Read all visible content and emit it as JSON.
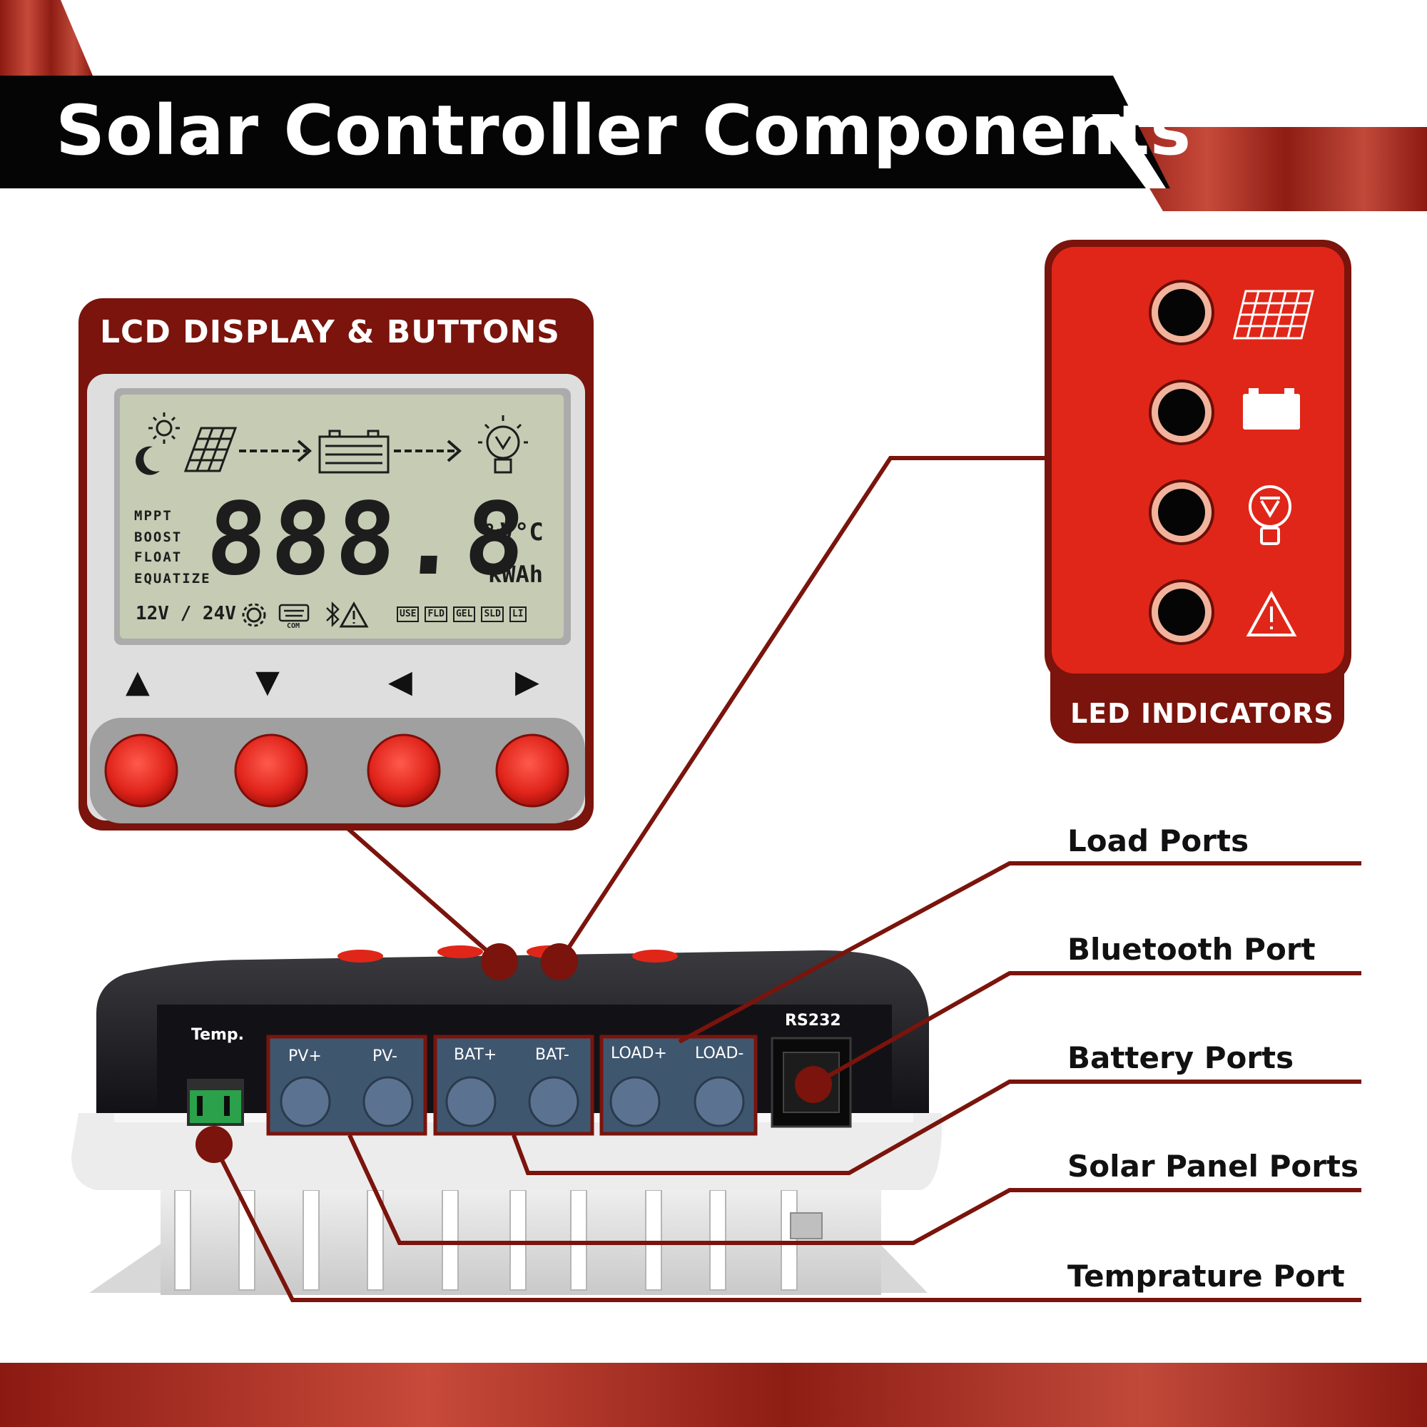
{
  "title": "Solar Controller Components",
  "lcd_section": {
    "label": "LCD DISPLAY & BUTTONS",
    "digits": "888.8",
    "modes": [
      "MPPT",
      "BOOST",
      "FLOAT",
      "EQUATIZE"
    ],
    "units_top": "%V°C",
    "units_bottom": "kWAh",
    "voltage": "12V / 24V",
    "com_label": "COM",
    "battery_types": [
      "USE",
      "FLD",
      "GEL",
      "SLD",
      "LI"
    ],
    "button_arrows": [
      "▲",
      "▼",
      "◀",
      "▶"
    ]
  },
  "led_section": {
    "label": "LED INDICATORS",
    "indicators": [
      "solar-panel-icon",
      "battery-icon",
      "light-bulb-icon",
      "warning-icon"
    ]
  },
  "device": {
    "temp_label": "Temp.",
    "rs232_label": "RS232",
    "port_labels": [
      "PV+",
      "PV-",
      "BAT+",
      "BAT-",
      "LOAD+",
      "LOAD-"
    ]
  },
  "callouts": [
    "Load Ports",
    "Bluetooth Port",
    "Battery Ports",
    "Solar Panel Ports",
    "Temprature Port"
  ],
  "colors": {
    "brand_red": "#e02619",
    "dark_red": "#7a140c",
    "lcd_green": "#c6ccb4",
    "port_blue": "#3f566f"
  }
}
